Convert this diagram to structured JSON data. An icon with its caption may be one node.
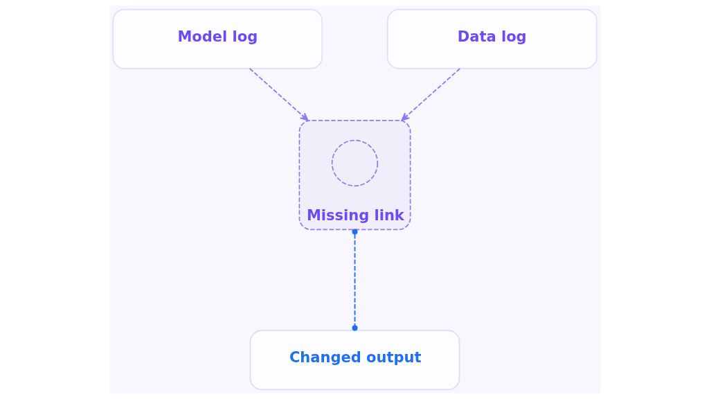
{
  "diagram": {
    "nodes": [
      {
        "text": [
          "Model log"
        ]
      },
      {
        "text": [
          "Data log"
        ]
      },
      {
        "text": [
          "Missing link"
        ]
      },
      {
        "text": [],
        "shape": "circle",
        "in": 2
      },
      {
        "text": [
          "Changed output"
        ]
      }
    ],
    "edges": [
      {
        "from": 0,
        "to": 2,
        "arrow": "to",
        "style": "dashed"
      },
      {
        "from": 1,
        "to": 2,
        "arrow": "to",
        "style": "dashed"
      },
      {
        "from": 2,
        "to": 4,
        "arrow": "other",
        "style": "dashed",
        "color": "#1f6ff0"
      }
    ]
  }
}
